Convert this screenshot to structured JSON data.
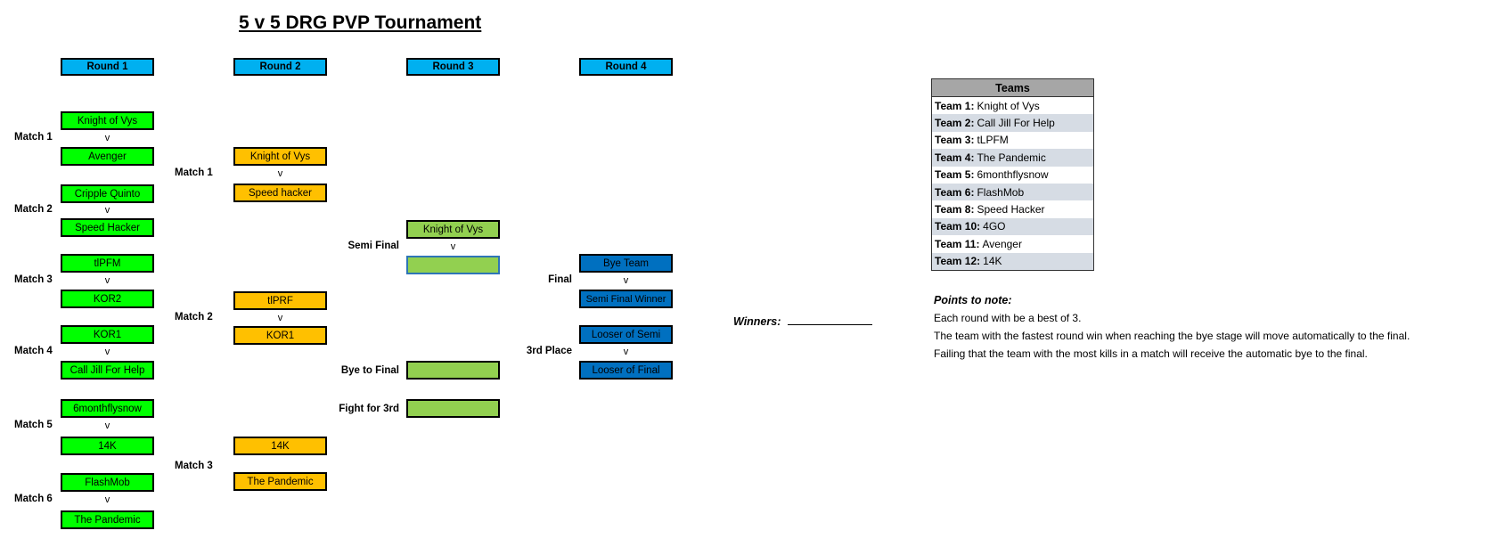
{
  "title": "5 v 5 DRG PVP Tournament",
  "round_headers": [
    "Round 1",
    "Round 2",
    "Round 3",
    "Round 4"
  ],
  "vs": "v",
  "round1": {
    "matches": [
      {
        "label": "Match 1",
        "top": "Knight of Vys",
        "bottom": "Avenger"
      },
      {
        "label": "Match 2",
        "top": "Cripple Quinto",
        "bottom": "Speed Hacker"
      },
      {
        "label": "Match 3",
        "top": "tlPFM",
        "bottom": "KOR2"
      },
      {
        "label": "Match 4",
        "top": "KOR1",
        "bottom": "Call Jill For Help"
      },
      {
        "label": "Match 5",
        "top": "6monthflysnow",
        "bottom": "14K"
      },
      {
        "label": "Match 6",
        "top": "FlashMob",
        "bottom": "The Pandemic"
      }
    ]
  },
  "round2": {
    "matches": [
      {
        "label": "Match 1",
        "top": "Knight of Vys",
        "bottom": "Speed hacker"
      },
      {
        "label": "Match 2",
        "top": "tlPRF",
        "bottom": "KOR1"
      },
      {
        "label": "Match 3",
        "top": "14K",
        "bottom": "The Pandemic"
      }
    ]
  },
  "round3": {
    "semi_label": "Semi Final",
    "semi_top": "Knight of Vys",
    "semi_bottom": "",
    "bye_label": "Bye to Final",
    "fight_label": "Fight for 3rd"
  },
  "round4": {
    "final_label": "Final",
    "final_top": "Bye Team",
    "final_bottom": "Semi Final Winner",
    "third_label": "3rd Place",
    "third_top": "Looser of Semi",
    "third_bottom": "Looser of Final"
  },
  "winners": {
    "label": "Winners:"
  },
  "teams_table": {
    "header": "Teams",
    "rows": [
      {
        "num": "Team 1:",
        "name": "Knight of Vys"
      },
      {
        "num": "Team 2:",
        "name": "Call Jill For Help"
      },
      {
        "num": "Team 3:",
        "name": "tLPFM"
      },
      {
        "num": "Team 4:",
        "name": "The Pandemic"
      },
      {
        "num": "Team 5:",
        "name": "6monthflysnow"
      },
      {
        "num": "Team 6:",
        "name": "FlashMob"
      },
      {
        "num": "Team 8:",
        "name": "Speed Hacker"
      },
      {
        "num": "Team 10:",
        "name": "4GO"
      },
      {
        "num": "Team 11:",
        "name": "Avenger"
      },
      {
        "num": "Team 12:",
        "name": "14K"
      }
    ]
  },
  "notes": {
    "heading": "Points to note:",
    "lines": [
      "Each round with be a best of 3.",
      "The team with the fastest round win when reaching the bye stage will move automatically to the final.",
      "Failing that the team with the most kills in a match will receive the automatic bye to the final."
    ]
  },
  "colors": {
    "header_cyan": "#00B0F0",
    "round1_green": "#00FF00",
    "round2_orange": "#FFC000",
    "round3_green": "#92D050",
    "round4_blue": "#0070C0",
    "selection_blue": "#2E75B6",
    "table_header_gray": "#A6A6A6",
    "table_band": "#D6DCE4"
  }
}
